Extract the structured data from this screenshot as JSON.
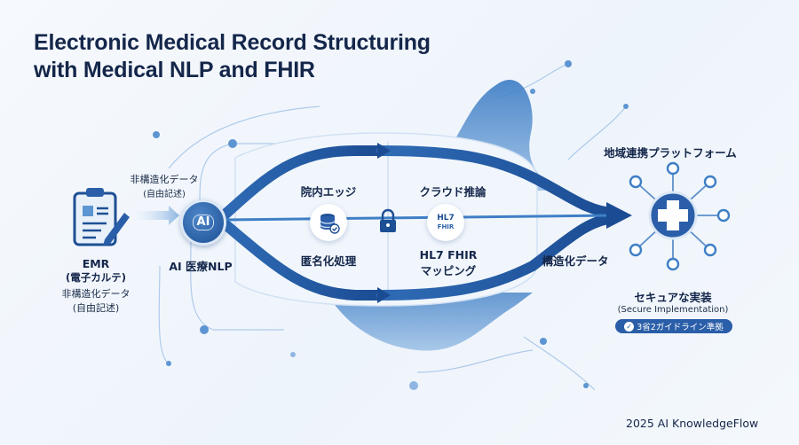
{
  "title": {
    "line1": "Electronic Medical Record Structuring",
    "line2": "with Medical NLP and FHIR"
  },
  "input": {
    "top_label_1": "非構造化データ",
    "top_label_2": "(自由記述)",
    "emr_label": "EMR",
    "emr_sub": "(電子カルテ)",
    "bottom_label_1": "非構造化データ",
    "bottom_label_2": "(自由記述)",
    "icon": "clipboard-icon"
  },
  "nlp": {
    "badge_text": "AI",
    "label": "AI 医療NLP"
  },
  "edge": {
    "heading": "院内エッジ",
    "icon": "database-shield-icon",
    "label": "匿名化処理"
  },
  "lock": {
    "icon": "lock-icon"
  },
  "cloud": {
    "heading": "クラウド推論",
    "icon_top": "HL7",
    "icon_bottom": "FHIR",
    "label_1": "HL7 FHIR",
    "label_2": "マッピング"
  },
  "output": {
    "structured_label": "構造化データ",
    "platform_label": "地域連携プラットフォーム",
    "secure_label": "セキュアな実装",
    "secure_sub": "(Secure Implementation)",
    "badge": "3省2ガイドライン準拠",
    "icon": "medical-cross-icon"
  },
  "footer": "2025 AI KnowledgeFlow",
  "colors": {
    "primary": "#1d4f94",
    "accent": "#3f7fc6",
    "light": "#cfe0f4",
    "background": "#f4f8fc"
  }
}
